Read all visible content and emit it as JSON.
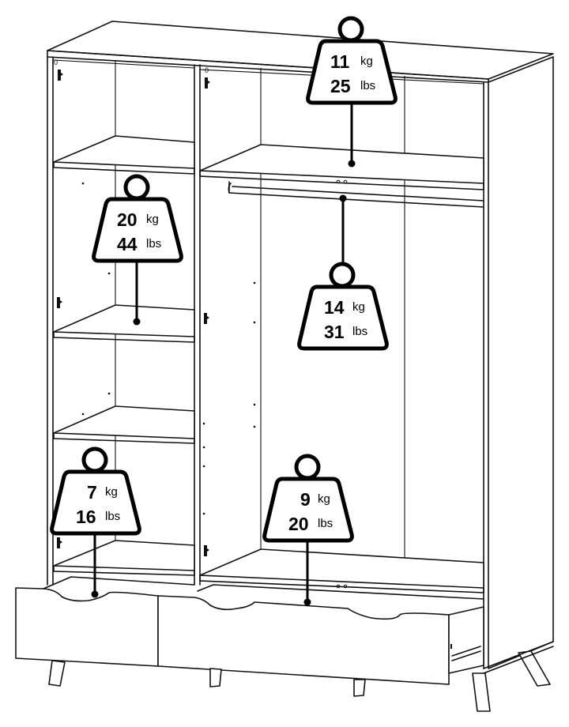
{
  "figure": {
    "subject": "Wardrobe with two doors removed, shelves, hanging rail and two drawers",
    "weight_labels": [
      {
        "id": "top-right-shelf",
        "kg_value": "11",
        "kg_unit": "kg",
        "lbs_value": "25",
        "lbs_unit": "lbs"
      },
      {
        "id": "left-shelf",
        "kg_value": "20",
        "kg_unit": "kg",
        "lbs_value": "44",
        "lbs_unit": "lbs"
      },
      {
        "id": "hanging-rail",
        "kg_value": "14",
        "kg_unit": "kg",
        "lbs_value": "31",
        "lbs_unit": "lbs"
      },
      {
        "id": "left-drawer",
        "kg_value": "7",
        "kg_unit": "kg",
        "lbs_value": "16",
        "lbs_unit": "lbs"
      },
      {
        "id": "right-drawer",
        "kg_value": "9",
        "kg_unit": "kg",
        "lbs_value": "20",
        "lbs_unit": "lbs"
      }
    ],
    "colors": {
      "line": "#111111",
      "background": "#ffffff",
      "label": "#000000"
    }
  }
}
